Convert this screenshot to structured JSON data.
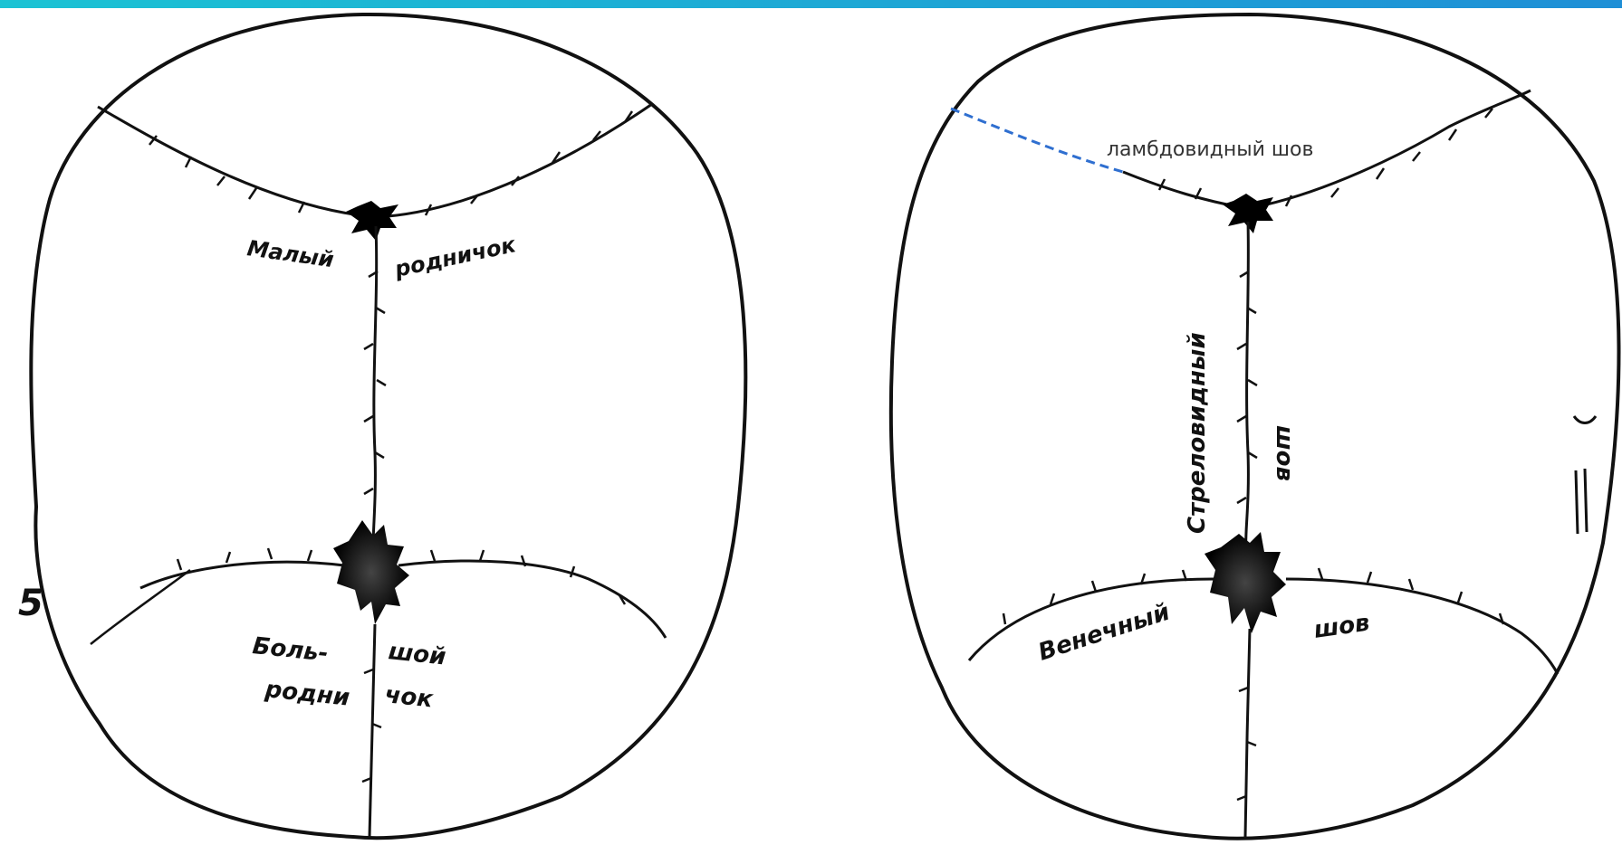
{
  "colors": {
    "bar_start": "#1cc3d4",
    "bar_end": "#1f8fd6",
    "ink": "#111111",
    "blue_suture": "#2f6fd0"
  },
  "skull_left": {
    "labels": {
      "small_fontanel_1": "Малый",
      "small_fontanel_2": "родничок",
      "large_fontanel_1": "Боль-",
      "large_fontanel_2": "шой",
      "large_fontanel_3": "родни",
      "large_fontanel_4": "чок",
      "side_mark": "5"
    }
  },
  "skull_right": {
    "labels": {
      "lambdoid": "ламбдовидный шов",
      "sagittal_1": "Стреловидный",
      "sagittal_2": "шов",
      "coronal_1": "Венечный",
      "coronal_2": "шов"
    }
  }
}
